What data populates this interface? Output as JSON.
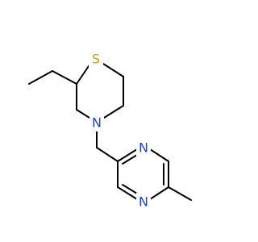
{
  "molecule": {
    "atoms": [
      {
        "id": "S1",
        "symbol": "S",
        "color": "#c6a300"
      },
      {
        "id": "N4",
        "symbol": "N",
        "color": "#1f3fe0"
      },
      {
        "id": "N_pyr_top",
        "symbol": "N",
        "color": "#1f3fe0"
      },
      {
        "id": "N_pyr_bottom",
        "symbol": "N",
        "color": "#1f3fe0"
      }
    ],
    "bond_color": "#000000"
  }
}
